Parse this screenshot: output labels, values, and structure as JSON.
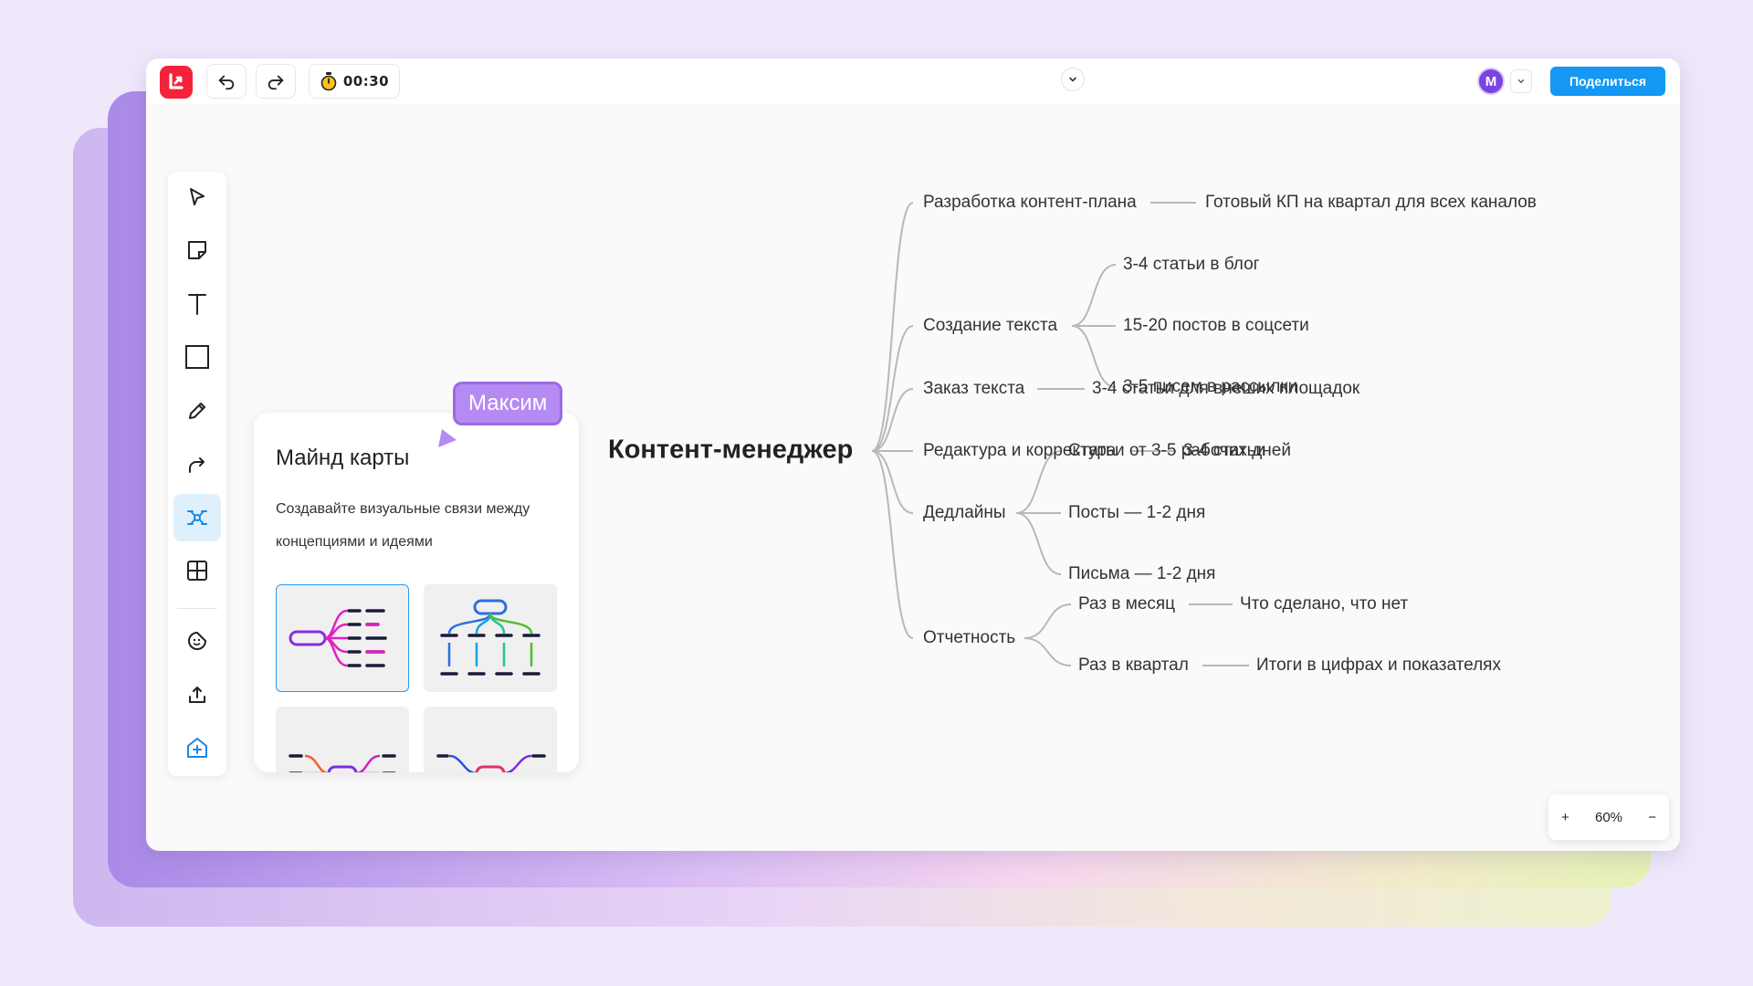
{
  "header": {
    "timer": "00:30",
    "avatar_initial": "M",
    "share_label": "Поделиться"
  },
  "colors": {
    "logo": "#f5223b",
    "share": "#1498f3",
    "avatar": "#7b43e4",
    "cursor_tag": "#b58af2",
    "active_tool": "#dff0fc"
  },
  "toolbar": {
    "tools": [
      "select-icon",
      "sticky-note-icon",
      "text-icon",
      "rectangle-icon",
      "pencil-icon",
      "connector-icon",
      "mindmap-icon",
      "table-icon",
      "sticker-icon",
      "upload-icon",
      "add-app-icon"
    ],
    "active_tool": "mindmap-icon"
  },
  "panel": {
    "title": "Майнд карты",
    "description": "Создавайте визуальные связи между концепциями и идеями"
  },
  "cursor": {
    "name": "Максим"
  },
  "mindmap": {
    "root": "Контент-менеджер",
    "branches": [
      {
        "label": "Разработка контент-плана",
        "children": [
          "Готовый КП на квартал для всех каналов"
        ]
      },
      {
        "label": "Создание текста",
        "children": [
          "3-4 статьи в блог",
          "15-20 постов в соцсети",
          "3-5 писем в рассылки"
        ]
      },
      {
        "label": "Заказ текста",
        "children": [
          "3-4 статьи для внеших площадок"
        ]
      },
      {
        "label": "Редактура и корректура",
        "children": [
          "3-4 статьи"
        ]
      },
      {
        "label": "Дедлайны",
        "children": [
          "Статьи от 3-5 рабочих дней",
          "Посты — 1-2 дня",
          "Письма — 1-2 дня"
        ]
      },
      {
        "label": "Отчетность",
        "children": [
          {
            "label": "Раз в месяц",
            "children": [
              "Что сделано, что нет"
            ]
          },
          {
            "label": "Раз в квартал",
            "children": [
              "Итоги в цифрах и показателях"
            ]
          }
        ]
      }
    ]
  },
  "zoom": {
    "plus": "+",
    "value": "60%",
    "minus": "−"
  }
}
